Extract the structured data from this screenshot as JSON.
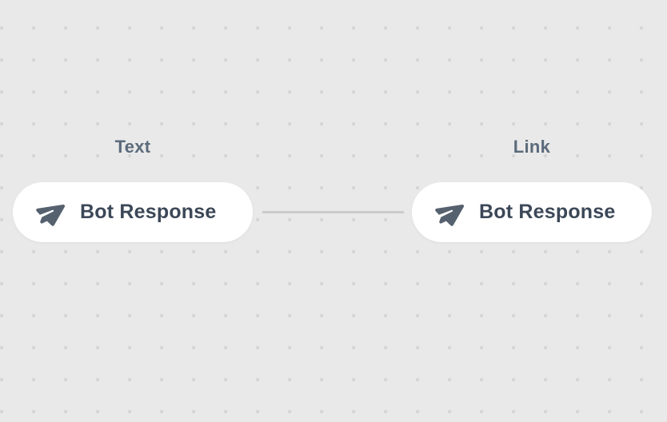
{
  "canvas": {
    "background_color": "#e9e9e9",
    "dot_color": "#d4d4d4"
  },
  "nodes": [
    {
      "label": "Text",
      "title": "Bot Response",
      "icon": "paper-plane-icon"
    },
    {
      "label": "Link",
      "title": "Bot Response",
      "icon": "paper-plane-icon"
    }
  ],
  "connection": {
    "from": "Text",
    "to": "Link",
    "color": "#cbcbcb"
  },
  "colors": {
    "node_background": "#ffffff",
    "node_title_text": "#3c4858",
    "node_label_text": "#5c6b7b",
    "icon": "#56616f",
    "connector": "#cbcbcb"
  }
}
